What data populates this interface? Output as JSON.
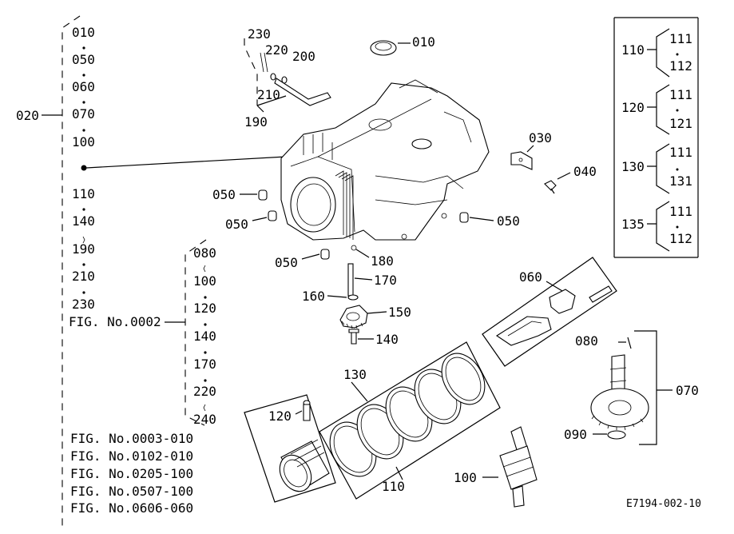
{
  "left_list": {
    "group_code": "020",
    "items": [
      "010",
      "050",
      "060",
      "070",
      "100",
      "110",
      "140",
      "190",
      "210",
      "230"
    ],
    "fig_ref": "FIG. No.0002"
  },
  "mid_list": {
    "items": [
      "080",
      "100",
      "120",
      "140",
      "170",
      "220",
      "240"
    ]
  },
  "fig_refs": [
    "FIG. No.0003-010",
    "FIG. No.0102-010",
    "FIG. No.0205-100",
    "FIG. No.0507-100",
    "FIG. No.0606-060"
  ],
  "right_table": [
    {
      "code": "110",
      "top": "111",
      "bottom": "112"
    },
    {
      "code": "120",
      "top": "111",
      "bottom": "121"
    },
    {
      "code": "130",
      "top": "111",
      "bottom": "131"
    },
    {
      "code": "135",
      "top": "111",
      "bottom": "112"
    }
  ],
  "callouts": {
    "c230": "230",
    "c220": "220",
    "c200": "200",
    "c210": "210",
    "c190": "190",
    "c010": "010",
    "c030": "030",
    "c040": "040",
    "c050a": "050",
    "c050b": "050",
    "c050c": "050",
    "c050d": "050",
    "c180": "180",
    "c170": "170",
    "c160": "160",
    "c150": "150",
    "c140": "140",
    "c060": "060",
    "c080": "080",
    "c070": "070",
    "c090": "090",
    "c100": "100",
    "c130": "130",
    "c120": "120",
    "c110": "110"
  },
  "diagram_id": "E7194-002-10"
}
